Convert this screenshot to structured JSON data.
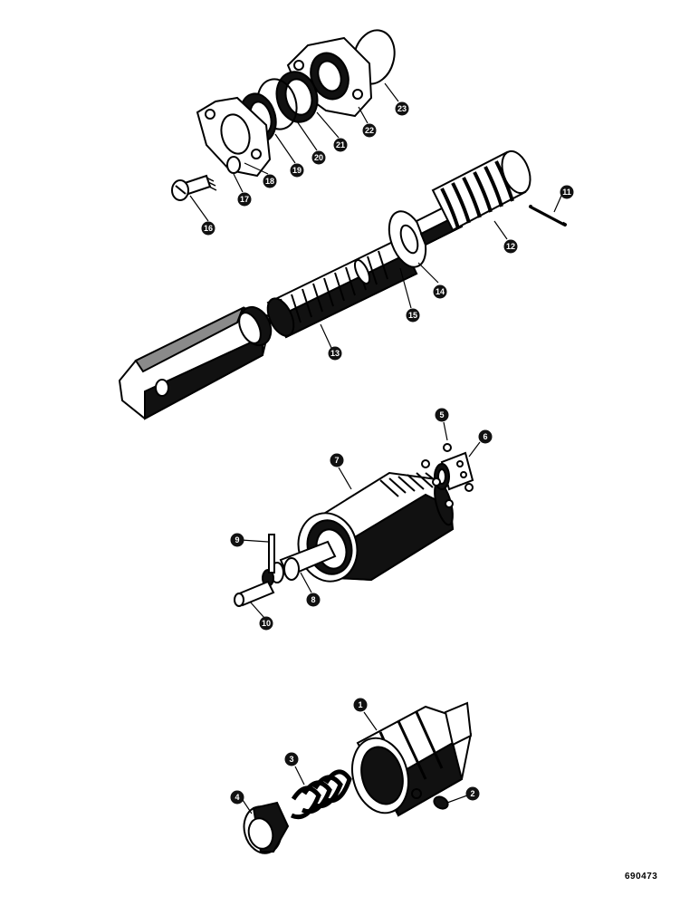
{
  "drawing_number": "690473",
  "callouts": [
    {
      "id": "c1",
      "label": "1"
    },
    {
      "id": "c2",
      "label": "2"
    },
    {
      "id": "c3",
      "label": "3"
    },
    {
      "id": "c4",
      "label": "4"
    },
    {
      "id": "c5",
      "label": "5"
    },
    {
      "id": "c6",
      "label": "6"
    },
    {
      "id": "c7",
      "label": "7"
    },
    {
      "id": "c8",
      "label": "8"
    },
    {
      "id": "c9",
      "label": "9"
    },
    {
      "id": "c10",
      "label": "10"
    },
    {
      "id": "c11",
      "label": "11"
    },
    {
      "id": "c12",
      "label": "12"
    },
    {
      "id": "c13",
      "label": "13"
    },
    {
      "id": "c14",
      "label": "14"
    },
    {
      "id": "c15",
      "label": "15"
    },
    {
      "id": "c16",
      "label": "16"
    },
    {
      "id": "c17",
      "label": "17"
    },
    {
      "id": "c18",
      "label": "18"
    },
    {
      "id": "c19",
      "label": "19"
    },
    {
      "id": "c20",
      "label": "20"
    },
    {
      "id": "c21",
      "label": "21"
    },
    {
      "id": "c22",
      "label": "22"
    },
    {
      "id": "c23",
      "label": "23"
    }
  ]
}
